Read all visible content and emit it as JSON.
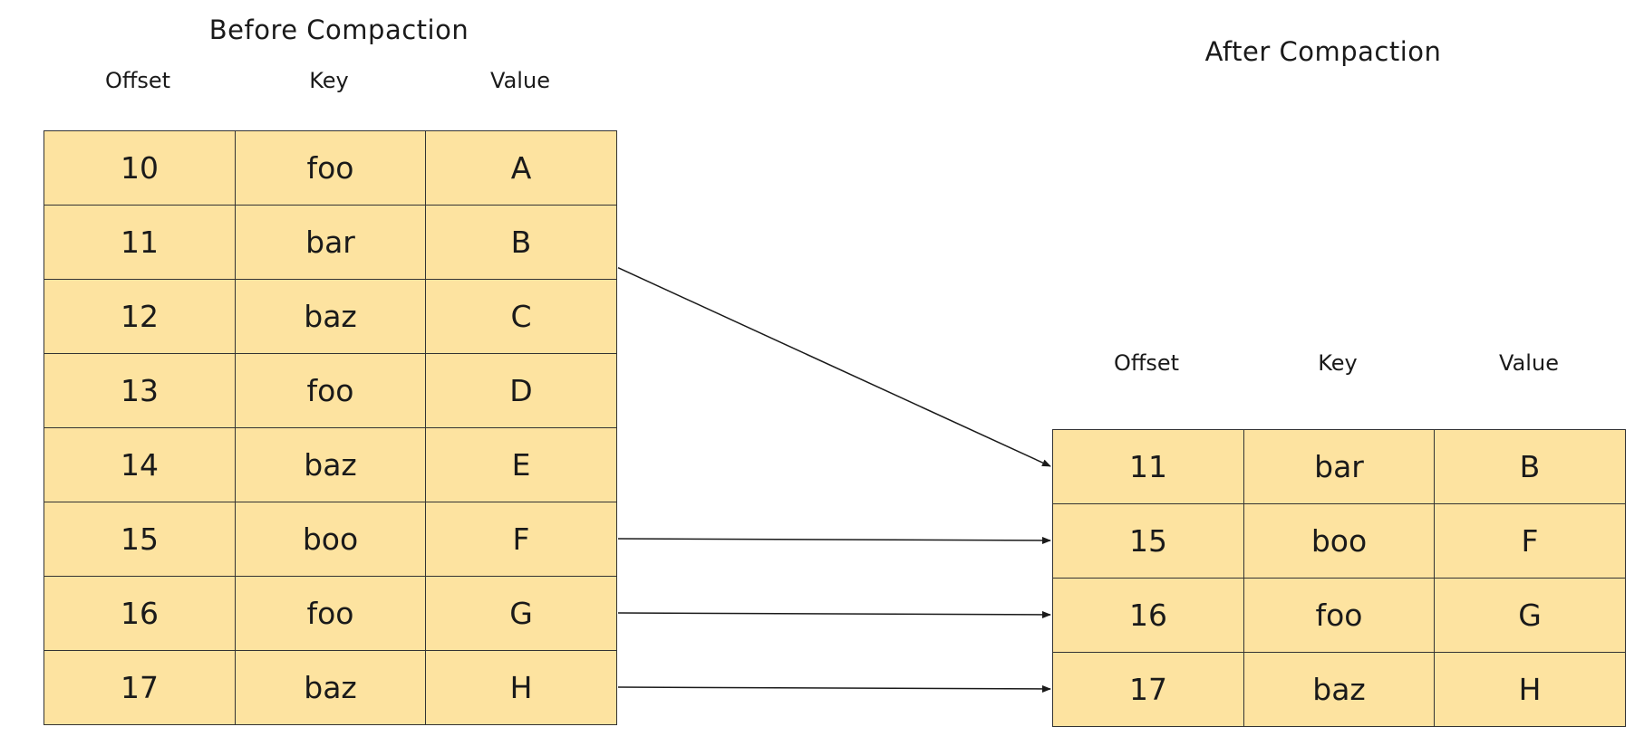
{
  "before": {
    "title": "Before Compaction",
    "headers": [
      "Offset",
      "Key",
      "Value"
    ],
    "rows": [
      [
        "10",
        "foo",
        "A"
      ],
      [
        "11",
        "bar",
        "B"
      ],
      [
        "12",
        "baz",
        "C"
      ],
      [
        "13",
        "foo",
        "D"
      ],
      [
        "14",
        "baz",
        "E"
      ],
      [
        "15",
        "boo",
        "F"
      ],
      [
        "16",
        "foo",
        "G"
      ],
      [
        "17",
        "baz",
        "H"
      ]
    ]
  },
  "after": {
    "title": "After Compaction",
    "headers": [
      "Offset",
      "Key",
      "Value"
    ],
    "rows": [
      [
        "11",
        "bar",
        "B"
      ],
      [
        "15",
        "boo",
        "F"
      ],
      [
        "16",
        "foo",
        "G"
      ],
      [
        "17",
        "baz",
        "H"
      ]
    ]
  },
  "colors": {
    "cell_fill": "#fde3a0",
    "border": "#333333",
    "arrow": "#1a1a1a"
  },
  "mappings": [
    {
      "from_offset": "11",
      "to_offset": "11"
    },
    {
      "from_offset": "15",
      "to_offset": "15"
    },
    {
      "from_offset": "16",
      "to_offset": "16"
    },
    {
      "from_offset": "17",
      "to_offset": "17"
    }
  ]
}
